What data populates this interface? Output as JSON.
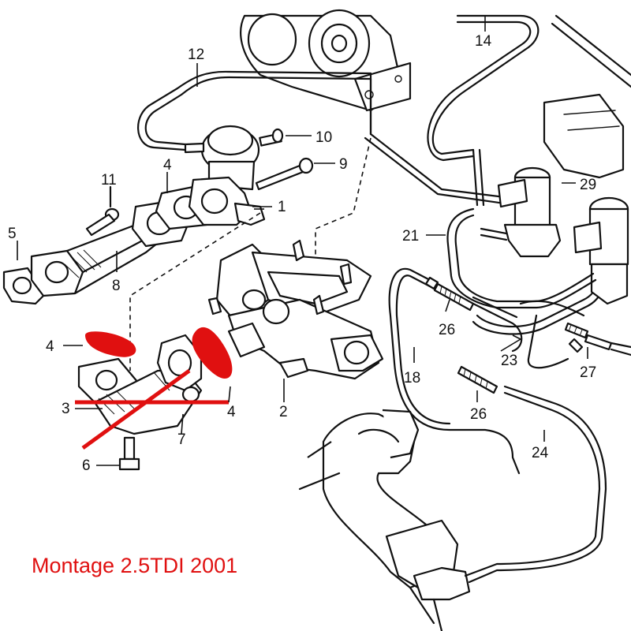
{
  "caption": "Montage 2.5TDI 2001",
  "callouts": {
    "c1": "1",
    "c2": "2",
    "c3": "3",
    "c4a": "4",
    "c4b": "4",
    "c4c": "4",
    "c5": "5",
    "c6": "6",
    "c7": "7",
    "c8": "8",
    "c9": "9",
    "c10": "10",
    "c11": "11",
    "c12": "12",
    "c14": "14",
    "c18": "18",
    "c21": "21",
    "c23": "23",
    "c24": "24",
    "c26a": "26",
    "c26b": "26",
    "c27": "27",
    "c29": "29"
  },
  "colors": {
    "highlight": "#e01010",
    "linework": "#111111"
  }
}
